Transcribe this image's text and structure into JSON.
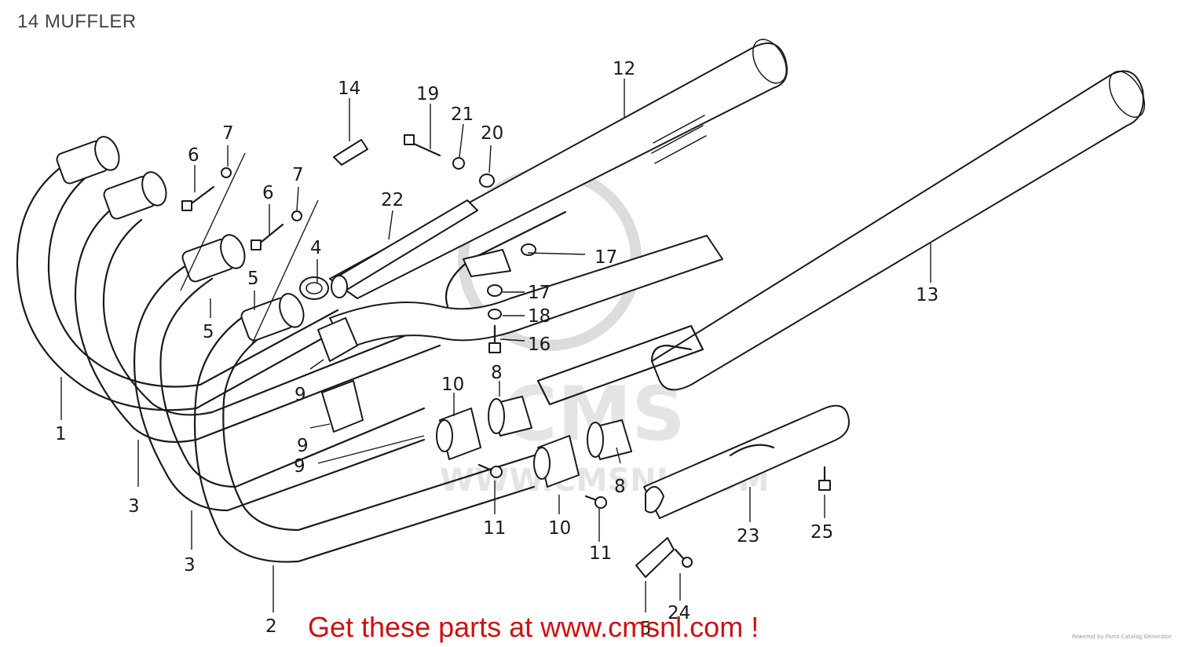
{
  "title": "14 MUFFLER",
  "promo": {
    "text": "Get these parts at www.cmsnl.com !",
    "color": "#cc1111"
  },
  "watermark": {
    "logo_text": "CMS",
    "url_text": "WWW.CMSNL.COM"
  },
  "credit": "Powered by Parts Catalog Generator",
  "callouts": [
    "1",
    "2",
    "3",
    "3",
    "4",
    "5",
    "5",
    "6",
    "6",
    "7",
    "7",
    "8",
    "8",
    "9",
    "9",
    "9",
    "10",
    "10",
    "11",
    "11",
    "12",
    "13",
    "14",
    "16",
    "17",
    "17",
    "18",
    "19",
    "20",
    "21",
    "22",
    "23",
    "24",
    "25",
    "5"
  ]
}
